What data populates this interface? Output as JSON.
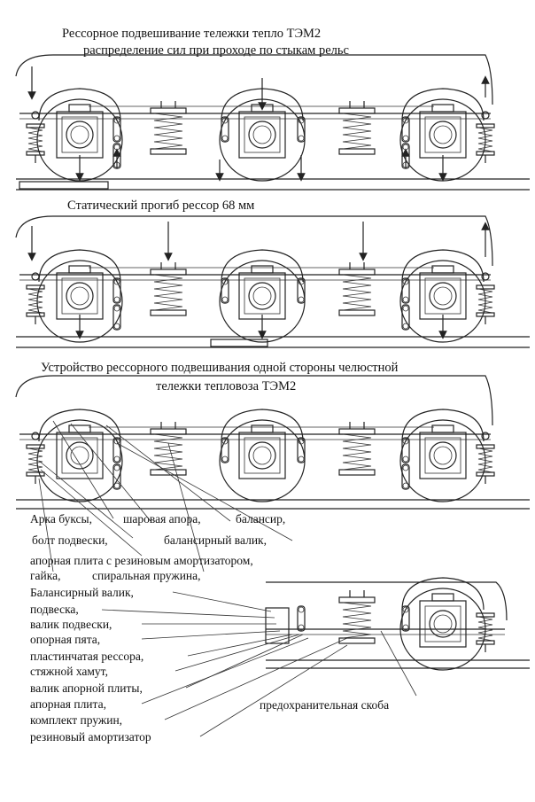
{
  "diagram": {
    "title_line1": "Рессорное подвешивание тележки тепло ТЭМ2",
    "title_line2": "распределение сил при проходе по стыкам рельс",
    "caption_static": "Статический прогиб рессор 68 мм",
    "device_title_line1": "Устройство рессорного подвешивания одной стороны челюстной",
    "device_title_line2": "тележки тепловоза ТЭМ2",
    "labels": [
      "Арка буксы,",
      "шаровая апора,",
      "балансир,",
      "болт подвески,",
      "балансирный валик,",
      "апорная плита с резиновым амортизатором,",
      "гайка,",
      "спиральная пружина,",
      "Балансирный валик,",
      "подвеска,",
      "валик подвески,",
      "опорная пята,",
      "пластинчатая рессора,",
      "стяжной хамут,",
      "валик апорной плиты,",
      "апорная плита,",
      "комплект пружин,",
      "резиновый амортизатор",
      "предохранительная скоба"
    ]
  }
}
